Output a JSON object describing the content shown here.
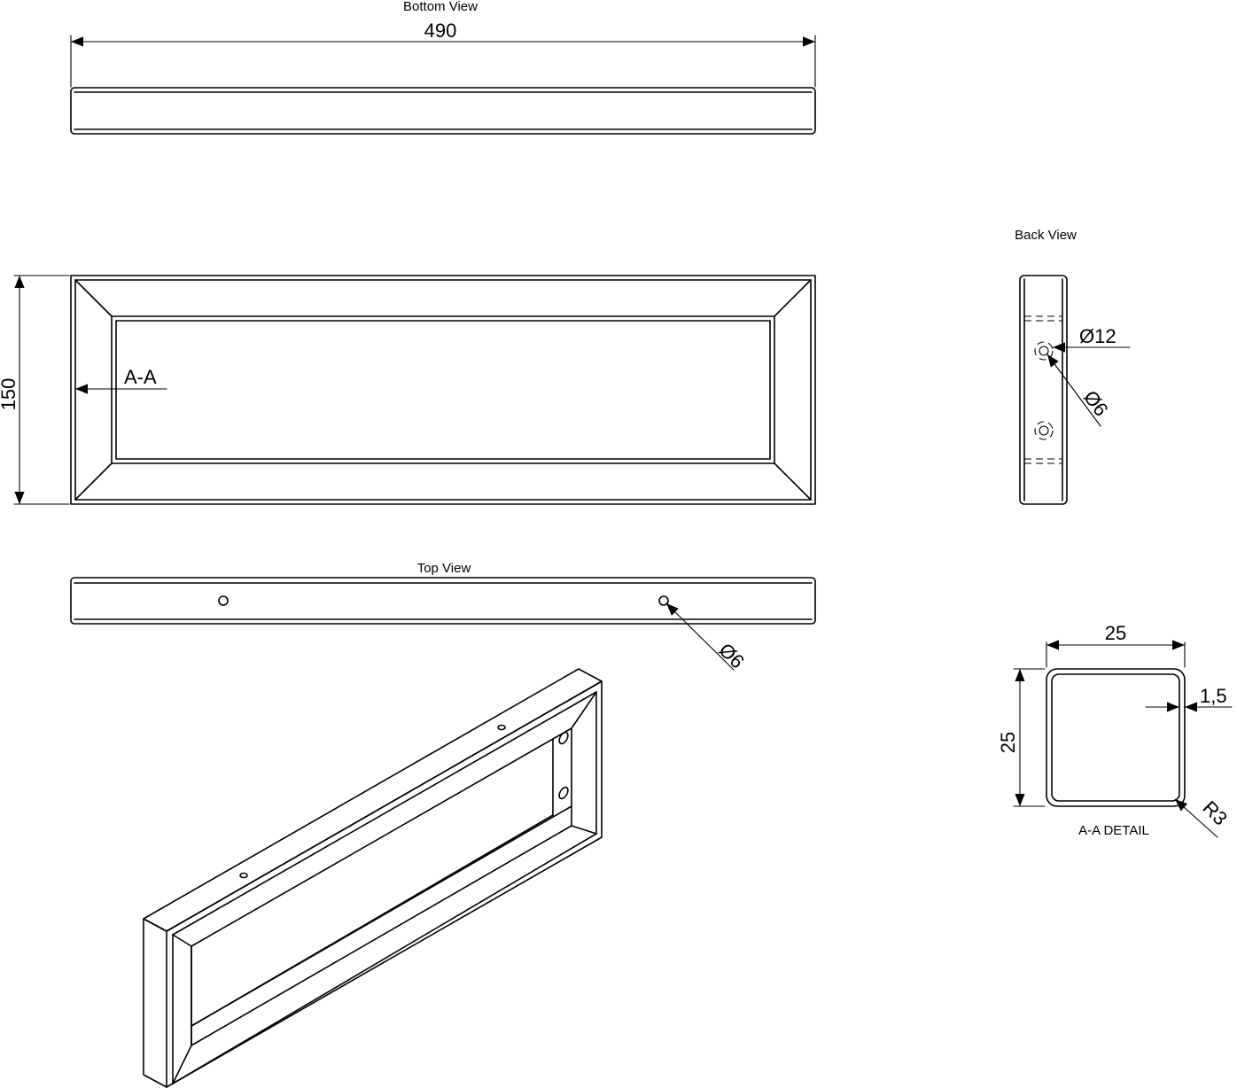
{
  "views": {
    "bottom": "Bottom View",
    "top": "Top View",
    "back": "Back View",
    "detail": "A-A DETAIL"
  },
  "dimensions": {
    "overall_length": "490",
    "overall_height": "150",
    "section_marker": "A-A",
    "top_hole_dia": "Ø6",
    "back_counterbore_dia": "Ø12",
    "back_hole_dia": "Ø6",
    "profile_width": "25",
    "profile_height": "25",
    "wall_thickness": "1,5",
    "corner_radius": "R3"
  }
}
